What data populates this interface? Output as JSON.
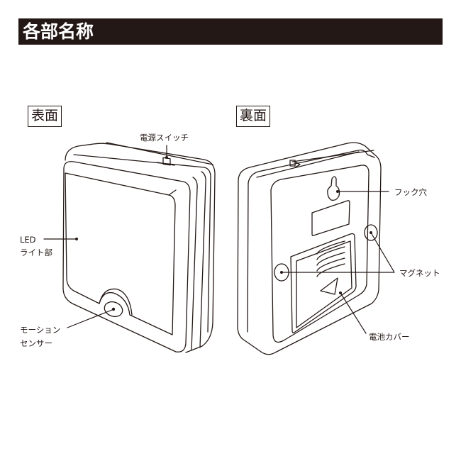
{
  "header": {
    "title": "各部名称",
    "background_color": "#231815",
    "text_color": "#ffffff"
  },
  "views": {
    "front": {
      "label": "表面",
      "callouts": {
        "power_switch": "電源スイッチ",
        "led_line1": "LED",
        "led_line2": "ライト部",
        "motion_line1": "モーション",
        "motion_line2": "センサー"
      }
    },
    "back": {
      "label": "裏面",
      "callouts": {
        "hook_hole": "フック穴",
        "magnet": "マグネット",
        "battery_cover": "電池カバー"
      }
    }
  },
  "colors": {
    "ink": "#231815",
    "background": "#ffffff"
  }
}
